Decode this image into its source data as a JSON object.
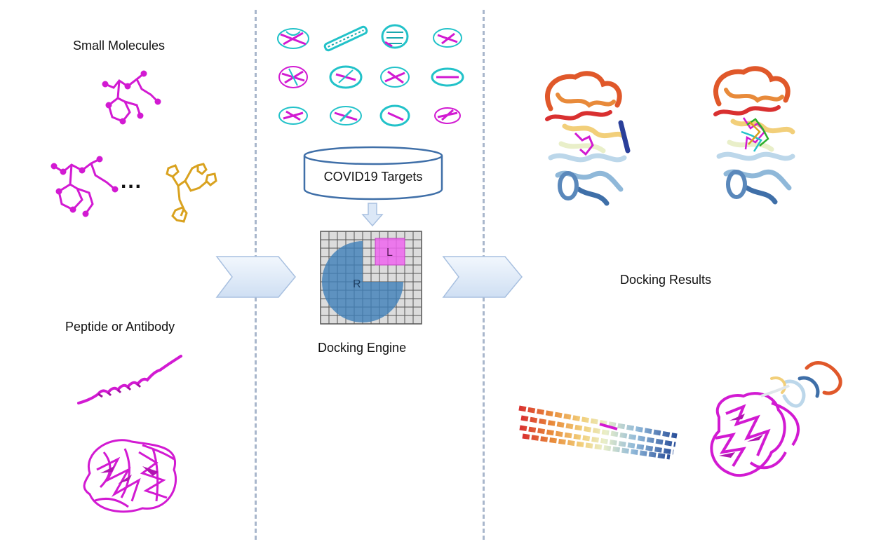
{
  "left_panel": {
    "small_molecules_label": "Small Molecules",
    "ellipsis": "...",
    "peptide_label": "Peptide or Antibody"
  },
  "center_panel": {
    "targets_label": "COVID19 Targets",
    "engine_label": "Docking Engine",
    "grid_receptor_letter": "R",
    "grid_ligand_letter": "L"
  },
  "right_panel": {
    "results_label": "Docking Results"
  },
  "colors": {
    "ligand_magenta": "#d21ad2",
    "ligand_orange": "#d9a21f",
    "receptor_blue": "#3f7fb9",
    "ligand_square": "#ee77ee",
    "protein_cyan": "#22c2c9",
    "arrow_fill": "#dce8f7",
    "arrow_stroke": "#a8c0e0",
    "divider": "#a9b7cc"
  },
  "icons": [
    "ligand-structure",
    "protein-ribbon",
    "database-cylinder",
    "docking-grid",
    "flow-arrow"
  ]
}
